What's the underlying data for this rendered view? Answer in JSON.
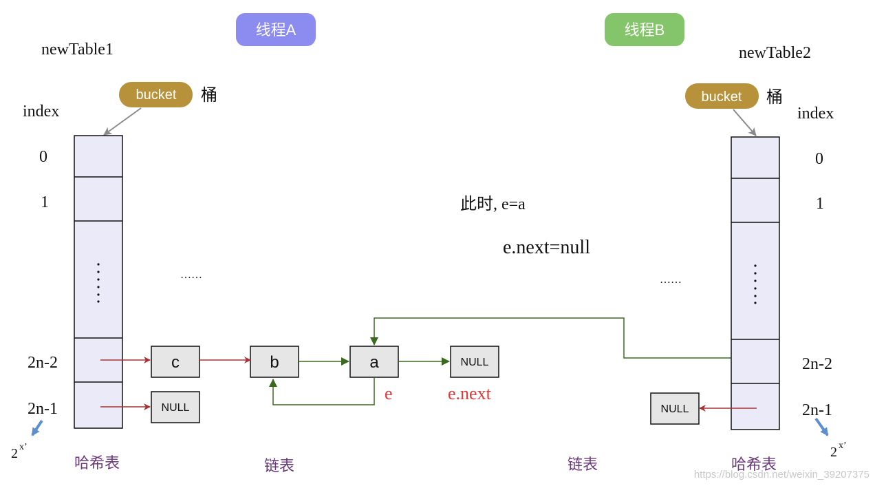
{
  "thread_a": {
    "label": "线程A",
    "color": "#8c8cf0"
  },
  "thread_b": {
    "label": "线程B",
    "color": "#84c46a"
  },
  "left_table": {
    "title": "newTable1",
    "bucket_label": "bucket",
    "bucket_cn": "桶",
    "index_header": "index",
    "index_labels": [
      "0",
      "1",
      "2n-2",
      "2n-1"
    ],
    "cell_ellipsis": "⋮",
    "table_caption": "哈希表",
    "power": {
      "base": "2",
      "exponent": "x’"
    }
  },
  "right_table": {
    "title": "newTable2",
    "bucket_label": "bucket",
    "bucket_cn": "桶",
    "index_header": "index",
    "index_labels": [
      "0",
      "1",
      "2n-2",
      "2n-1"
    ],
    "cell_ellipsis": "⋮",
    "table_caption": "哈希表",
    "power": {
      "base": "2",
      "exponent": "x’"
    }
  },
  "nodes": {
    "c": "c",
    "b": "b",
    "a": "a",
    "null_after_a": "NULL",
    "null_left": "NULL",
    "null_right": "NULL"
  },
  "pointer_labels": {
    "e": "e",
    "e_next": "e.next"
  },
  "annotations": {
    "state_line1": "此时, e=a",
    "state_line2": "e.next=null",
    "ellipsis_left": "……",
    "ellipsis_right": "……"
  },
  "linked_list_captions": {
    "left": "链表",
    "right": "链表"
  },
  "watermark": "https://blog.csdn.net/weixin_39207375",
  "colors": {
    "bucket_pill": "#b8923a",
    "table_fill": "#eaeaf8",
    "node_fill": "#e6e6e6",
    "red_arrow": "#a83232",
    "green_arrow": "#3a6a1e",
    "caption_purple": "#6b3a7a",
    "e_label_red": "#e03a3a",
    "bucket_arrow_gray": "#8a8a8a",
    "power_arrow_blue": "#5b8fd0"
  }
}
